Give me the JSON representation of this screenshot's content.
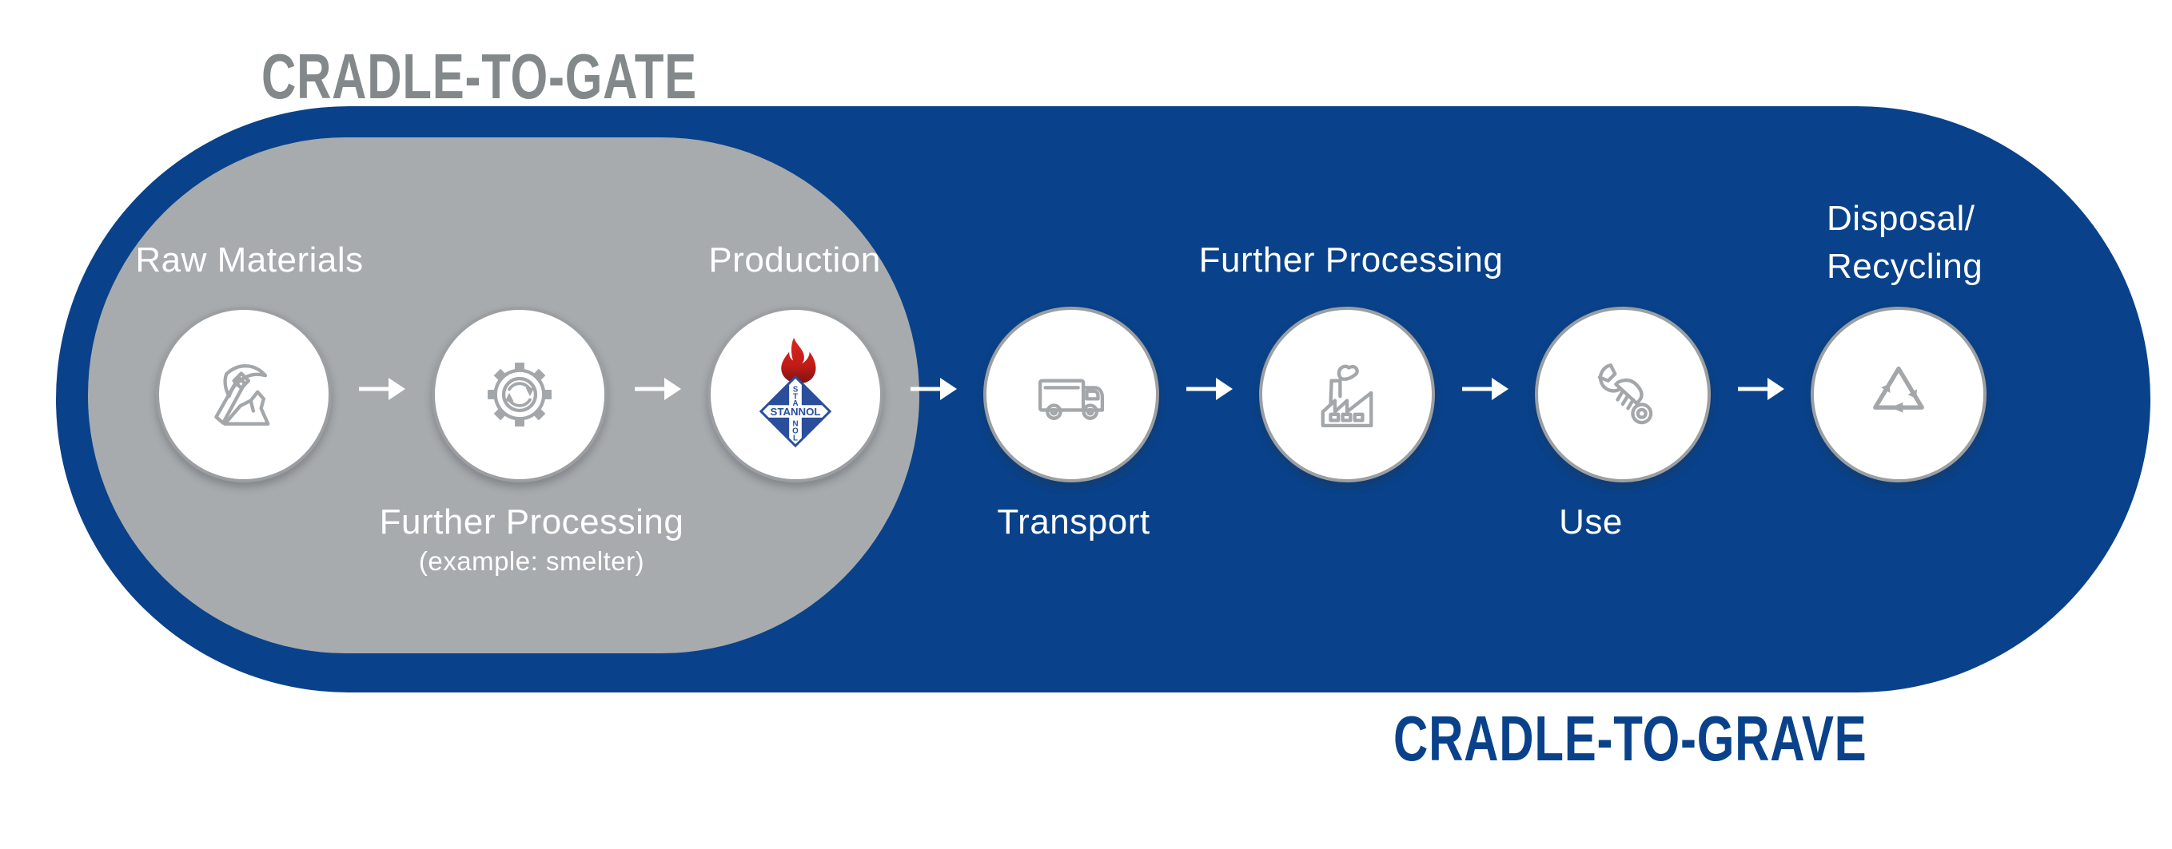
{
  "titles": {
    "cradle_to_gate": "CRADLE-TO-GATE",
    "cradle_to_grave": "CRADLE-TO-GRAVE"
  },
  "stages": [
    {
      "label": "Raw Materials",
      "label_position": "above",
      "icon": "pickaxe-icon"
    },
    {
      "label": "Further Processing",
      "sublabel": "(example: smelter)",
      "label_position": "below",
      "icon": "gear-icon"
    },
    {
      "label": "Production",
      "label_position": "above",
      "icon": "stannol-logo"
    },
    {
      "label": "Transport",
      "label_position": "below",
      "icon": "truck-icon"
    },
    {
      "label": "Further Processing",
      "label_position": "above",
      "icon": "factory-icon"
    },
    {
      "label": "Use",
      "label_position": "below",
      "icon": "wrench-hand-icon"
    },
    {
      "label_lines": [
        "Disposal/",
        "Recycling"
      ],
      "label_position": "above",
      "icon": "recycling-icon"
    }
  ],
  "logo": {
    "horizontal": "STANNOL",
    "vertical_top": [
      "S",
      "T",
      "A"
    ],
    "vertical_bottom": [
      "N",
      "O",
      "L"
    ]
  },
  "colors": {
    "blue": "#09428a",
    "gray_region": "#a7abae",
    "title_gray": "#83888b",
    "circle_border": "#9b9fa2",
    "icon_gray": "#a3a7aa",
    "logo_blue": "#2a4e9b",
    "flame_red": "#d41f1b",
    "white": "#ffffff"
  }
}
